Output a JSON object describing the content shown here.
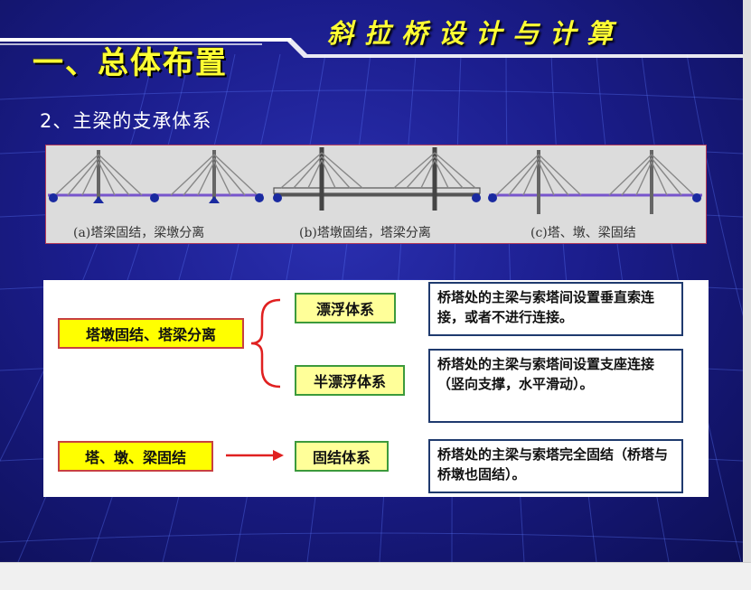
{
  "slide": {
    "top_title": "斜拉桥设计与计算",
    "section_title": "一、总体布置",
    "subtitle": "2、主梁的支承体系"
  },
  "bridge_figure": {
    "captions": [
      "(a)塔梁固结，梁墩分离",
      "(b)塔墩固结，塔梁分离",
      "(c)塔、墩、梁固结"
    ]
  },
  "diagram": {
    "left_box_1": "塔墩固结、塔梁分离",
    "left_box_2": "塔、墩、梁固结",
    "system_1": "漂浮体系",
    "system_2": "半漂浮体系",
    "system_3": "固结体系",
    "desc_1": "桥塔处的主梁与索塔间设置垂直索连接，或者不进行连接。",
    "desc_2": "桥塔处的主梁与索塔间设置支座连接（竖向支撑，水平滑动）。",
    "desc_3": "桥塔处的主梁与索塔完全固结（桥塔与桥墩也固结）。"
  },
  "colors": {
    "title_yellow": "#ffff33",
    "slide_blue": "#1b1d8c",
    "arrow_red": "#e02020"
  }
}
